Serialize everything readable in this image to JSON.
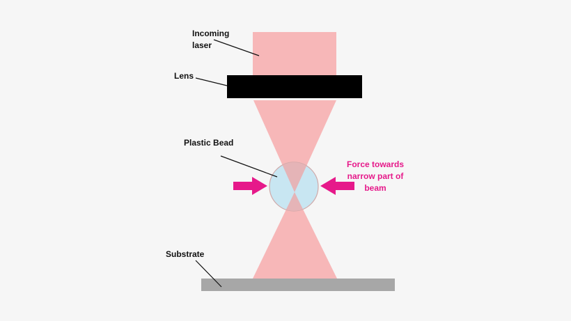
{
  "labels": {
    "incoming_laser": "Incoming\nlaser",
    "lens": "Lens",
    "plastic_bead": "Plastic Bead",
    "force": "Force towards\nnarrow part of\nbeam",
    "substrate": "Substrate"
  },
  "colors": {
    "background": "#f6f6f6",
    "laser": "#f7b7b8",
    "lens": "#000000",
    "bead": "#c9e6f2",
    "force_arrow": "#e6198a",
    "force_text": "#e6198a",
    "substrate": "#a7a7a7"
  }
}
